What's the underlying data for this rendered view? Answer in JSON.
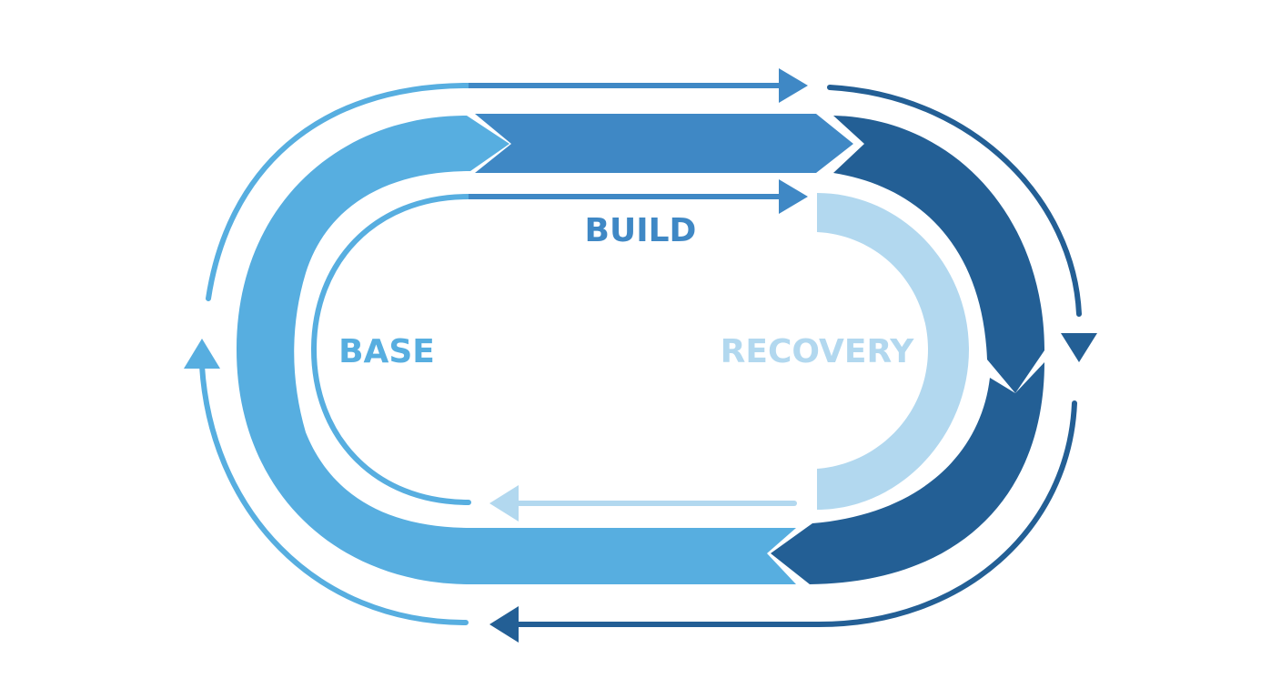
{
  "labels": {
    "build": "BUILD",
    "base": "BASE",
    "recovery": "RECOVERY"
  },
  "colors": {
    "light_blue": "#57aee0",
    "mid_blue": "#3f88c5",
    "dark_blue": "#235f95",
    "pale_blue": "#b2d8ef",
    "background": "#ffffff"
  }
}
